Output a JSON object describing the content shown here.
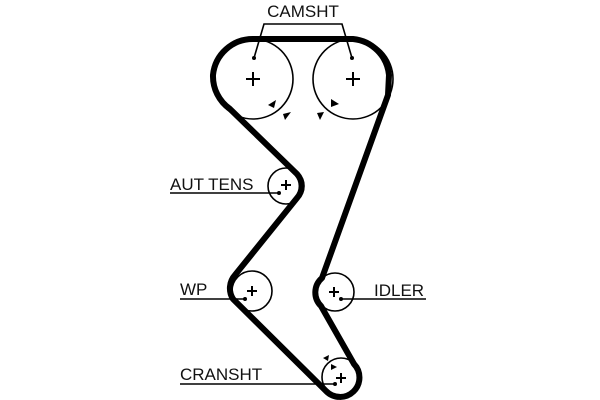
{
  "diagram": {
    "title": "Timing belt routing",
    "colors": {
      "line": "#000000",
      "background": "#ffffff",
      "text": "#111111"
    },
    "labels": {
      "camshaft": "CAMSHT",
      "tensioner": "AUT TENS",
      "water_pump": "WP",
      "idler": "IDLER",
      "crankshaft": "CRANSHT"
    },
    "components": [
      {
        "id": "camshaft-left",
        "label_key": "camshaft",
        "type": "sprocket"
      },
      {
        "id": "camshaft-right",
        "label_key": "camshaft",
        "type": "sprocket"
      },
      {
        "id": "auto-tensioner",
        "label_key": "tensioner",
        "type": "pulley"
      },
      {
        "id": "water-pump",
        "label_key": "water_pump",
        "type": "pulley"
      },
      {
        "id": "idler",
        "label_key": "idler",
        "type": "pulley"
      },
      {
        "id": "crankshaft",
        "label_key": "crankshaft",
        "type": "sprocket"
      }
    ],
    "belt_path_order": [
      "camshaft-left",
      "camshaft-right",
      "idler",
      "crankshaft",
      "water-pump",
      "auto-tensioner"
    ]
  }
}
